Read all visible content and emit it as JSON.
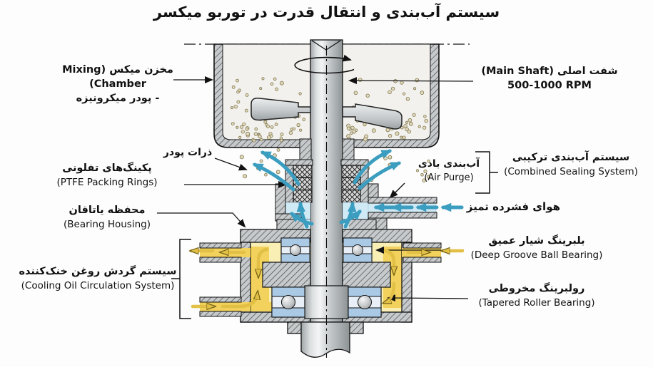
{
  "title": "سیستم آب‌بندی و انتقال قدرت در توربو میکسر",
  "labels": {
    "mixing_chamber": {
      "fa": "مخزن میکس (Mixing Chamber)",
      "fa2": "- پودر میکرونیزه"
    },
    "main_shaft": {
      "fa": "شفت اصلی (Main Shaft)",
      "rpm": "500-1000 RPM"
    },
    "powder_particles": {
      "fa": "ذرات پودر"
    },
    "ptfe_packing": {
      "fa": "پکینگ‌های تفلونی",
      "en": "(PTFE Packing Rings)"
    },
    "air_purge": {
      "fa": "آب‌بندی بادی",
      "en": "(Air Purge)"
    },
    "combined_sealing": {
      "fa": "سیستم آب‌بندی ترکیبی",
      "en": "(Combined Sealing System)"
    },
    "compressed_air": {
      "fa": "هوای فشرده تمیز"
    },
    "bearing_housing": {
      "fa": "محفظه یاتاقان",
      "en": "(Bearing Housing)"
    },
    "deep_groove_bearing": {
      "fa": "بلبرینگ شیار عمیق",
      "en": "(Deep Groove Ball Bearing)"
    },
    "cooling_oil": {
      "fa": "سیستم گردش روغن خنک‌کننده",
      "en": "(Cooling Oil Circulation System)"
    },
    "tapered_bearing": {
      "fa": "رولبرینگ مخروطی",
      "en": "(Tapered Roller Bearing)"
    }
  },
  "colors": {
    "air_flow": "#3b9dbf",
    "air_fill": "#cfe9f5",
    "oil_light": "#f9efb5",
    "oil_bright": "#f2d25c",
    "oil_arrow": "#e2bf45",
    "bearing_blue": "#a9c9e5",
    "metal_hatch": "#c6cacc",
    "text": "#111111"
  }
}
